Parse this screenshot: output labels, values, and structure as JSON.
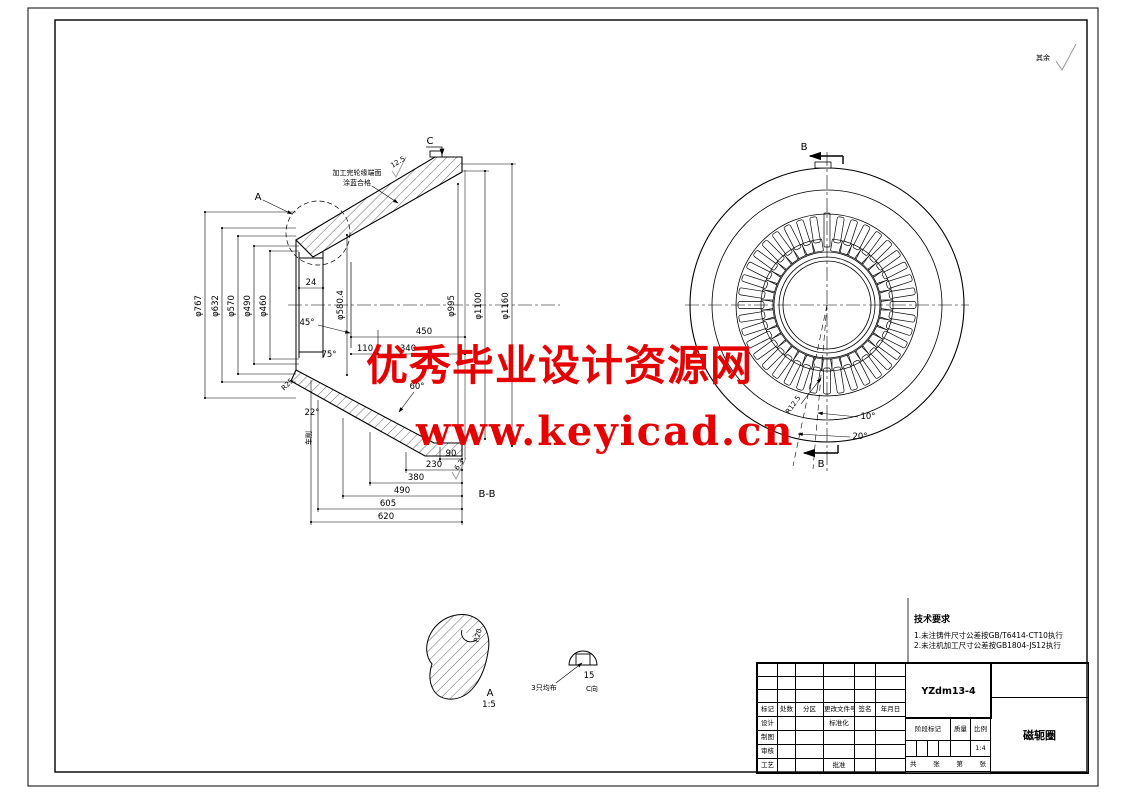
{
  "frame": {
    "corner_note": "其余"
  },
  "watermark": {
    "line1": "优秀毕业设计资源网",
    "line2": "www.keyicad.cn",
    "color": "#e50000"
  },
  "left_view": {
    "diameter_dims": [
      "φ767",
      "φ632",
      "φ570",
      "φ490",
      "φ460",
      "φ580.4",
      "φ995",
      "φ1100",
      "φ1160"
    ],
    "length_dims": [
      "24",
      "450",
      "110",
      "340",
      "90",
      "230",
      "380",
      "490",
      "605",
      "620"
    ],
    "angle_dims": [
      "45°",
      "75°",
      "60°",
      "22°"
    ],
    "radius_dim": "R25",
    "detail_marker": "A",
    "section_marker_c": "C",
    "section_label": "B-B",
    "roughness_slope": "12.5",
    "roughness_bottom": "6.3",
    "process_note_line1": "加工完轮缘端面",
    "process_note_line2": "涂蓝合格",
    "side_note": "车削"
  },
  "right_view": {
    "section_marker": "B",
    "angle_dims": [
      "10°",
      "20°"
    ],
    "radius_note": "R12.5",
    "slot_count": 40
  },
  "detail_a": {
    "label": "A",
    "scale": "1:5",
    "radius_dim": "R20"
  },
  "view_c": {
    "label": "C向",
    "pattern_note": "3只均布",
    "dim": "15"
  },
  "tech_req": {
    "title": "技术要求",
    "items": [
      "1.未注铸件尺寸公差按GB/T6414-CT10执行",
      "2.未注机加工尺寸公差按GB1804-JS12执行"
    ]
  },
  "title_block": {
    "drawing_no": "YZdm13-4",
    "part_name": "磁轭圈",
    "revision_headers": [
      "标记",
      "处数",
      "分区",
      "更改文件号",
      "签名",
      "年月日"
    ],
    "role_rows": [
      "设计",
      "制图",
      "审核",
      "工艺"
    ],
    "standardization_label": "标准化",
    "approval_label": "批准",
    "stage_label": "阶段标记",
    "mass_label": "质量",
    "scale_label": "比例",
    "scale_value": "1:4",
    "sheet_labels": [
      "共",
      "张",
      "第",
      "张"
    ]
  }
}
